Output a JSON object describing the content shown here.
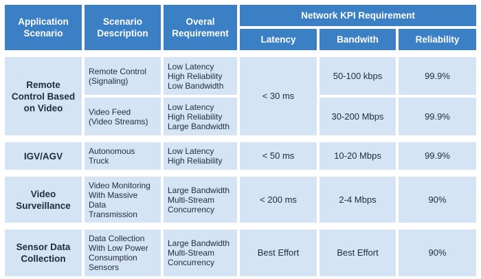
{
  "header": {
    "application_scenario": "Application\nScenario",
    "scenario_description": "Scenario\nDescription",
    "overall_requirement": "Overal\nRequirement",
    "network_kpi": "Network KPI Requirement",
    "latency": "Latency",
    "bandwidth": "Bandwith",
    "reliability": "Reliability"
  },
  "rows": {
    "remote": {
      "scenario": "Remote\nControl Based\non Video",
      "latency": "< 30 ms",
      "sub": [
        {
          "description": "Remote Control\n(Signaling)",
          "requirement": "Low Latency\nHigh Reliability\nLow Bandwidth",
          "bandwidth": "50-100 kbps",
          "reliability": "99.9%"
        },
        {
          "description": "Video Feed\n(Video Streams)",
          "requirement": "Low Latency\nHigh Reliability\nLarge  Bandwidth",
          "bandwidth": "30-200 Mbps",
          "reliability": "99.9%"
        }
      ]
    },
    "igv": {
      "scenario": "IGV/AGV",
      "description": "Autonomous\nTruck",
      "requirement": "Low Latency\nHigh Reliability",
      "latency": "< 50 ms",
      "bandwidth": "10-20 Mbps",
      "reliability": "99.9%"
    },
    "video": {
      "scenario": "Video\nSurveillance",
      "description": "Video Monitoring\nWith Massive\nData\nTransmission",
      "requirement": "Large  Bandwidth\nMulti-Stream\nConcurrency",
      "latency": "< 200 ms",
      "bandwidth": "2-4 Mbps",
      "reliability": "90%"
    },
    "sensor": {
      "scenario": "Sensor Data\nCollection",
      "description": "Data Collection\nWith Low Power\nConsumption\nSensors",
      "requirement": "Large  Bandwidth\nMulti-Stream\nConcurrency",
      "latency": "Best Effort",
      "bandwidth": "Best Effort",
      "reliability": "90%"
    }
  }
}
